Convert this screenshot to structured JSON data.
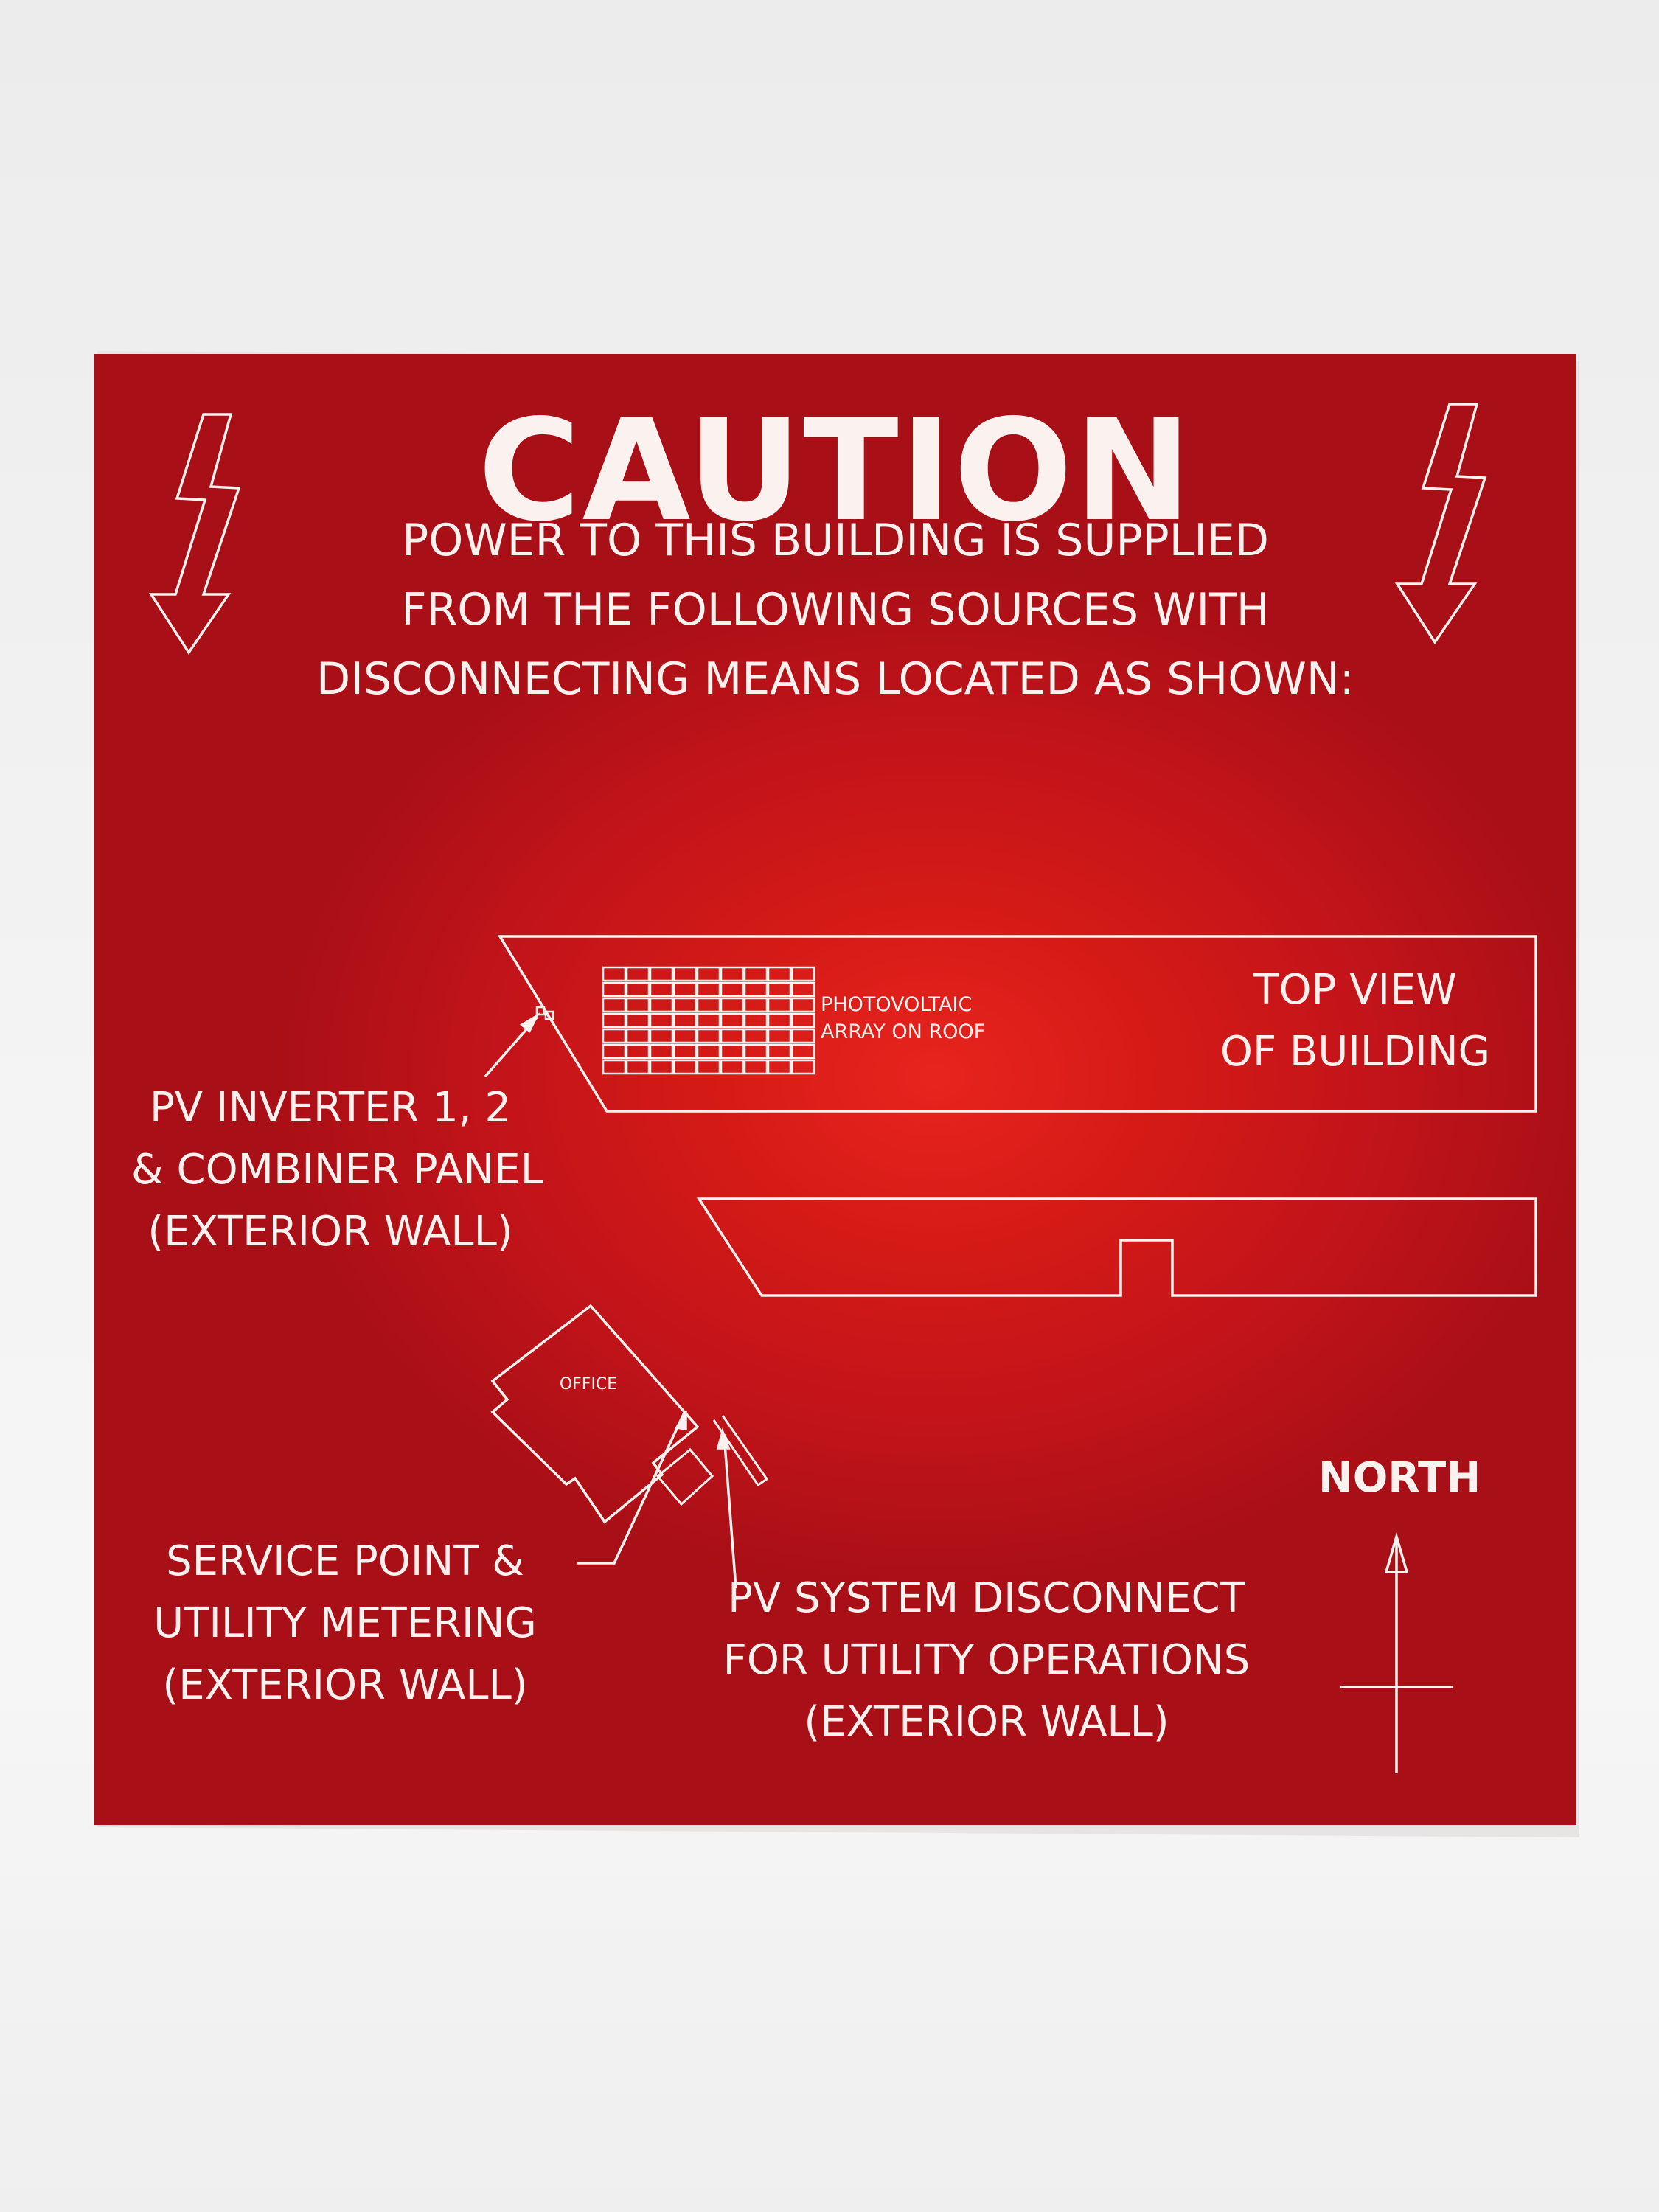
{
  "sign": {
    "color": "#c8161a",
    "text_color": "#fbf1ee",
    "left_icon": "high-voltage-arrow-icon",
    "right_icon": "high-voltage-arrow-icon",
    "title": "CAUTION",
    "intro": [
      "POWER TO THIS BUILDING IS SUPPLIED",
      "FROM THE FOLLOWING SOURCES WITH",
      "DISCONNECTING MEANS LOCATED AS SHOWN:"
    ],
    "diagram": {
      "array_label": [
        "PHOTOVOLTAIC",
        "ARRAY ON ROOF"
      ],
      "top_view_label": [
        "TOP VIEW",
        "OF BUILDING"
      ],
      "office_label": "OFFICE",
      "inverter_label": [
        "PV INVERTER 1, 2",
        "& COMBINER PANEL",
        "(EXTERIOR WALL)"
      ],
      "service_label": [
        "SERVICE POINT &",
        "UTILITY METERING",
        "(EXTERIOR WALL)"
      ],
      "disconnect_label": [
        "PV SYSTEM DISCONNECT",
        "FOR UTILITY OPERATIONS",
        "(EXTERIOR WALL)"
      ],
      "north_label": "NORTH",
      "north_icon": "north-arrow-icon",
      "solar_panel_icon": "solar-panel-grid-icon"
    }
  }
}
